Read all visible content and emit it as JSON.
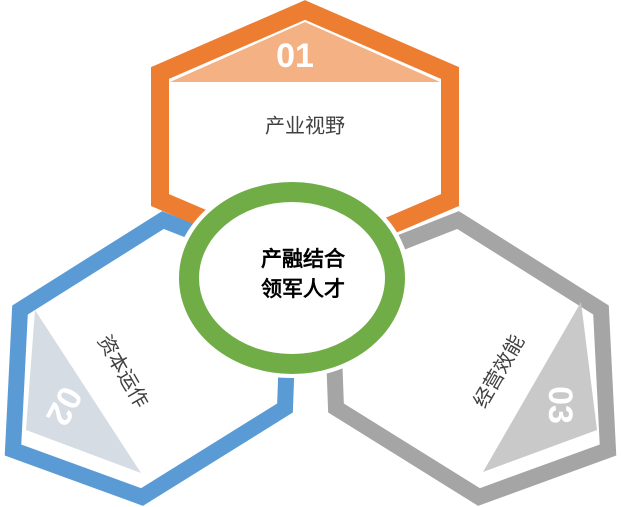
{
  "center": {
    "line1": "产融结合",
    "line2": "领军人才",
    "color": "#70AD47"
  },
  "segments": [
    {
      "number": "01",
      "label": "产业视野",
      "color": "#ED7D31",
      "accent": "#F4B183"
    },
    {
      "number": "02",
      "label": "资本运作",
      "color": "#5B9BD5",
      "accent": "#D6DCE4"
    },
    {
      "number": "03",
      "label": "经营效能",
      "color": "#A5A5A5",
      "accent": "#C9C9C9"
    }
  ]
}
